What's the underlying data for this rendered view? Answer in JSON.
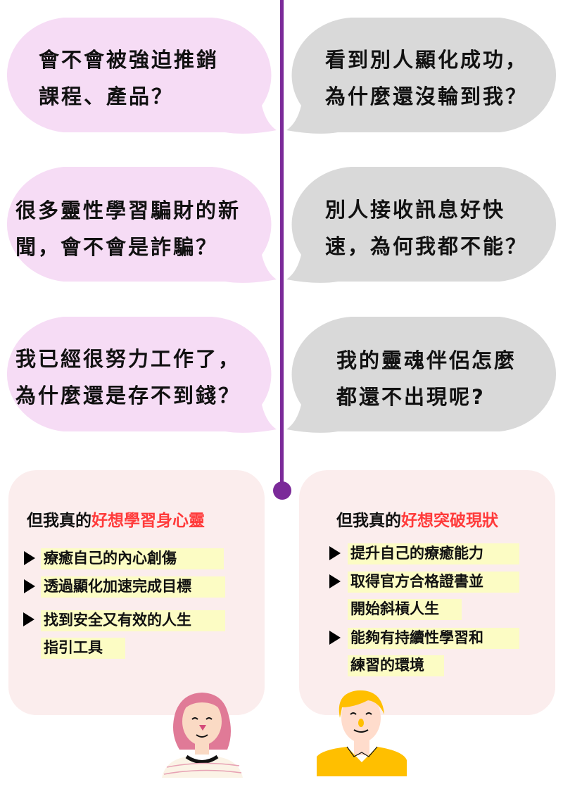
{
  "colors": {
    "line": "#7b2a99",
    "left_bubble": "#f6dcf5",
    "right_bubble": "#d9d9d9",
    "card": "#fbeded",
    "highlight": "#fcfcc4",
    "accent_red": "#ff3b3b"
  },
  "left_bubbles": [
    {
      "lines": [
        "會不會被強迫推銷",
        "課程、產品？"
      ]
    },
    {
      "lines": [
        "很多靈性學習騙財的新",
        "聞，會不會是詐騙？"
      ]
    },
    {
      "lines": [
        "我已經很努力工作了，",
        "為什麼還是存不到錢？"
      ]
    }
  ],
  "right_bubbles": [
    {
      "lines": [
        "看到別人顯化成功，",
        "為什麼還沒輪到我？"
      ]
    },
    {
      "lines": [
        "別人接收訊息好快",
        "速，為何我都不能？"
      ]
    },
    {
      "lines": [
        "我的靈魂伴侶怎麼",
        "都還不出現呢?"
      ]
    }
  ],
  "left_card": {
    "title_prefix": "但我真的",
    "title_highlight": "好想學習身心靈",
    "items": [
      "療癒自己的內心創傷",
      "透過顯化加速完成目標",
      "找到安全又有效的人生",
      "指引工具"
    ]
  },
  "right_card": {
    "title_prefix": "但我真的",
    "title_highlight": "好想突破現狀",
    "items": [
      "提升自己的療癒能力",
      "取得官方合格證書並",
      "開始斜槓人生",
      "能夠有持續性學習和",
      "練習的環境"
    ]
  }
}
